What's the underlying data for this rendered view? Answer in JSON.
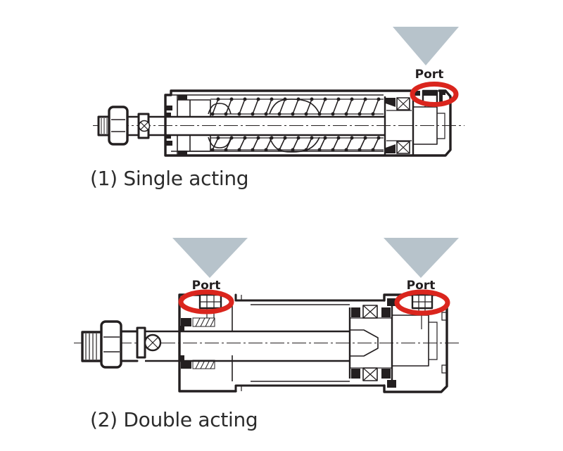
{
  "colors": {
    "line": "#231f20",
    "arrow_fill": "#b7c3cb",
    "highlight_red": "#da251d",
    "caption_text": "#2b2b2b"
  },
  "figures": {
    "single": {
      "caption": "(1) Single acting",
      "port_label": "Port"
    },
    "double": {
      "caption": "(2) Double acting",
      "port_label_left": "Port",
      "port_label_right": "Port"
    }
  }
}
